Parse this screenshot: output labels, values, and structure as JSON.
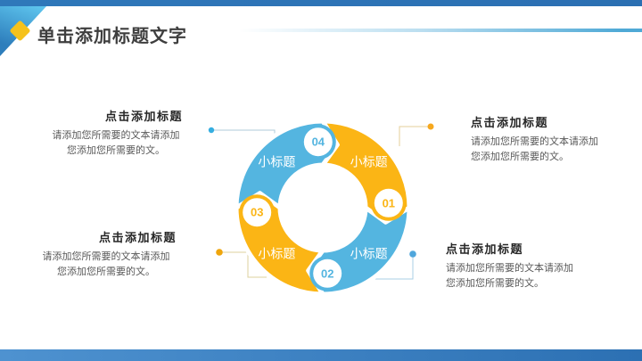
{
  "slide": {
    "title": "单击添加标题文字"
  },
  "theme": {
    "top_bar": "#2D74B6",
    "bottom_bar_left": "#4E92D0",
    "bottom_bar_right": "#2C70B3",
    "triangle_blue_light": "#5EC5EE",
    "triangle_blue_dark": "#2E7EBC",
    "diamond_yellow": "#F5C21B",
    "title_text": "#3E3E3E",
    "heading_text": "#262626",
    "body_text": "#595959"
  },
  "diagram": {
    "type": "cycle",
    "segments": [
      {
        "number": "01",
        "label": "小标题",
        "color": "#FBB515"
      },
      {
        "number": "02",
        "label": "小标题",
        "color": "#54B5E0"
      },
      {
        "number": "03",
        "label": "小标题",
        "color": "#FBB515"
      },
      {
        "number": "04",
        "label": "小标题",
        "color": "#54B5E0"
      }
    ],
    "badge_bg": "#FFFFFF"
  },
  "callouts": [
    {
      "position": "top-left",
      "heading": "点击添加标题",
      "body_line1": "请添加您所需要的文本请添加",
      "body_line2": "您添加您所需要的文。",
      "dot_color": "#35AEE0",
      "line_color": "#AFCBD8"
    },
    {
      "position": "top-right",
      "heading": "点击添加标题",
      "body_line1": "请添加您所需要的文本请添加",
      "body_line2": "您添加您所需要的文。",
      "dot_color": "#F6A81E",
      "line_color": "#E5CF9A"
    },
    {
      "position": "bottom-left",
      "heading": "点击添加标题",
      "body_line1": "请添加您所需要的文本请添加",
      "body_line2": "您添加您所需要的文。",
      "dot_color": "#EFA50C",
      "line_color": "#DCD09E"
    },
    {
      "position": "bottom-right",
      "heading": "点击添加标题",
      "body_line1": "请添加您所需要的文本请添加",
      "body_line2": "您添加您所需要的文。",
      "dot_color": "#4FA6DC",
      "line_color": "#A9CFE6"
    }
  ]
}
